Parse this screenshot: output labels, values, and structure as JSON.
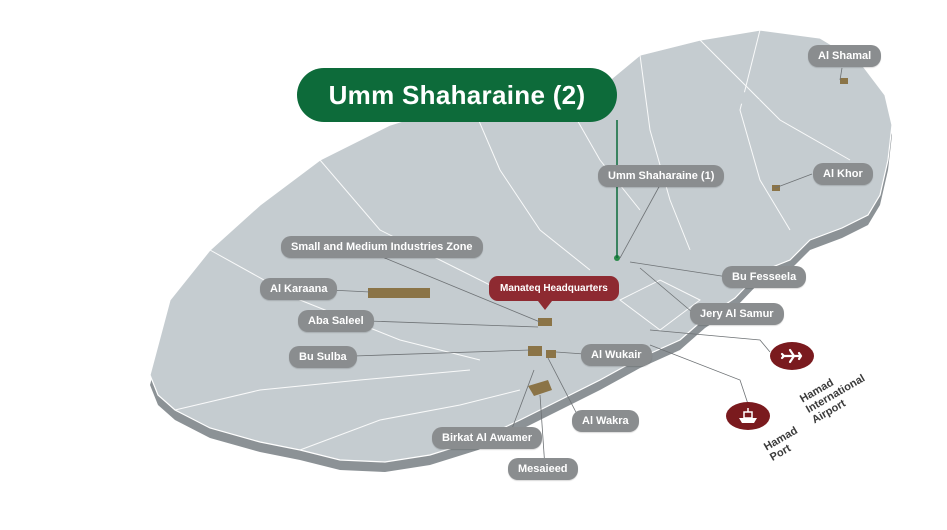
{
  "title": "Umm Shaharaine (2)",
  "hq_label": "Manateq Headquarters",
  "locations": {
    "al_shamal": "Al Shamal",
    "umm_shaharaine_1": "Umm Shaharaine (1)",
    "al_khor": "Al Khor",
    "small_medium": "Small and Medium Industries Zone",
    "al_karaana": "Al Karaana",
    "aba_saleel": "Aba Saleel",
    "bu_sulba": "Bu Sulba",
    "al_wukair": "Al Wukair",
    "bu_fesseela": "Bu Fesseela",
    "jery_al_samur": "Jery Al Samur",
    "al_wakra": "Al Wakra",
    "birkat_al_awamer": "Birkat Al Awamer",
    "mesaieed": "Mesaieed"
  },
  "airport": {
    "line1": "Hamad",
    "line2": "International",
    "line3": "Airport",
    "icon": "airplane-icon"
  },
  "port": {
    "line1": "Hamad",
    "line2": "Port",
    "icon": "ship-icon"
  },
  "colors": {
    "land": "#c5ccd0",
    "land_shadow": "#8c9296",
    "label_bg": "#8a8d8f",
    "title_green": "#0d6b3a",
    "hq_red": "#8e2a31",
    "zone_brown": "#8b7447",
    "icon_red": "#7a1a1e"
  }
}
